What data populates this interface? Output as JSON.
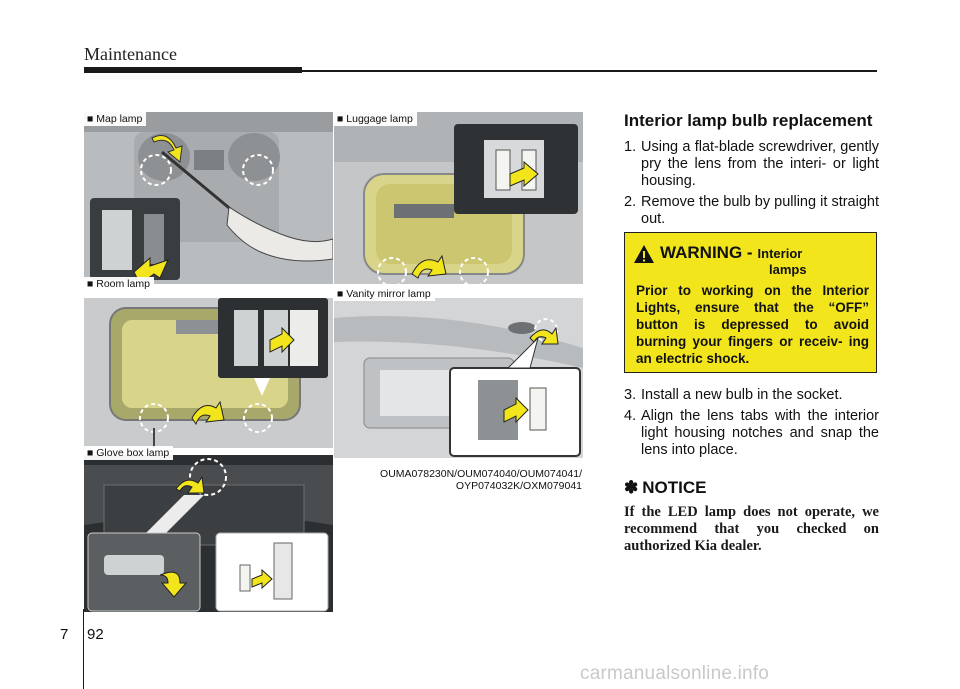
{
  "header": {
    "title": "Maintenance"
  },
  "figures": {
    "map_lamp": "■ Map lamp",
    "luggage_lamp": "■ Luggage lamp",
    "room_lamp": "■ Room lamp",
    "vanity_mirror_lamp": "■ Vanity mirror lamp",
    "glove_box_lamp": "■ Glove box lamp",
    "codes": [
      "OUMA078230N/OUM074040/OUM074041/",
      "OYP074032K/OXM079041"
    ]
  },
  "section": {
    "title": "Interior lamp bulb replacement",
    "steps_a": [
      {
        "num": "1.",
        "text": "Using a flat-blade screwdriver, gently pry the lens from the interi- or light housing."
      },
      {
        "num": "2.",
        "text": "Remove the bulb by pulling it straight out."
      }
    ],
    "steps_b": [
      {
        "num": "3.",
        "text": "Install a new bulb in the socket."
      },
      {
        "num": "4.",
        "text": "Align the lens tabs with the interior light housing notches and snap the lens into place."
      }
    ]
  },
  "warning": {
    "label": "WARNING -",
    "subject_line1": "Interior",
    "subject_line2": "lamps",
    "body": "Prior to working on the Interior Lights, ensure that the “OFF” button is depressed to avoid burning your fingers or receiv- ing an electric shock."
  },
  "notice": {
    "symbol": "✽",
    "title": "NOTICE",
    "body": "If the LED lamp does not operate, we recommend that you checked on authorized Kia dealer."
  },
  "footer": {
    "chapter": "7",
    "page": "92"
  },
  "watermark": "carmanualsonline.info",
  "colors": {
    "warning_bg": "#f2e51c",
    "arrow": "#f2e51c",
    "lens": "#d8d48a"
  }
}
